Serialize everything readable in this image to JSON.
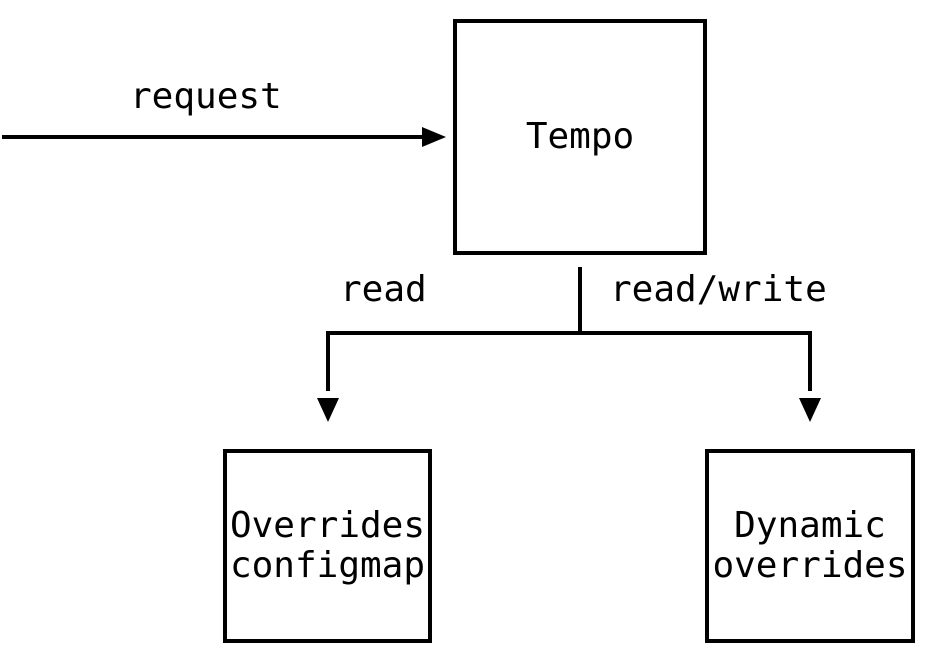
{
  "diagram": {
    "colors": {
      "background": "#ffffff",
      "stroke": "#000000",
      "text": "#000000"
    },
    "nodes": {
      "tempo": {
        "label": "Tempo"
      },
      "overrides_configmap": {
        "line1": "Overrides",
        "line2": "configmap"
      },
      "dynamic_overrides": {
        "line1": "Dynamic",
        "line2": "overrides"
      }
    },
    "edges": {
      "request": {
        "label": "request",
        "from": "external-left",
        "to": "tempo"
      },
      "read": {
        "label": "read",
        "from": "tempo",
        "to": "overrides_configmap"
      },
      "read_write": {
        "label": "read/write",
        "from": "tempo",
        "to": "dynamic_overrides"
      }
    }
  }
}
